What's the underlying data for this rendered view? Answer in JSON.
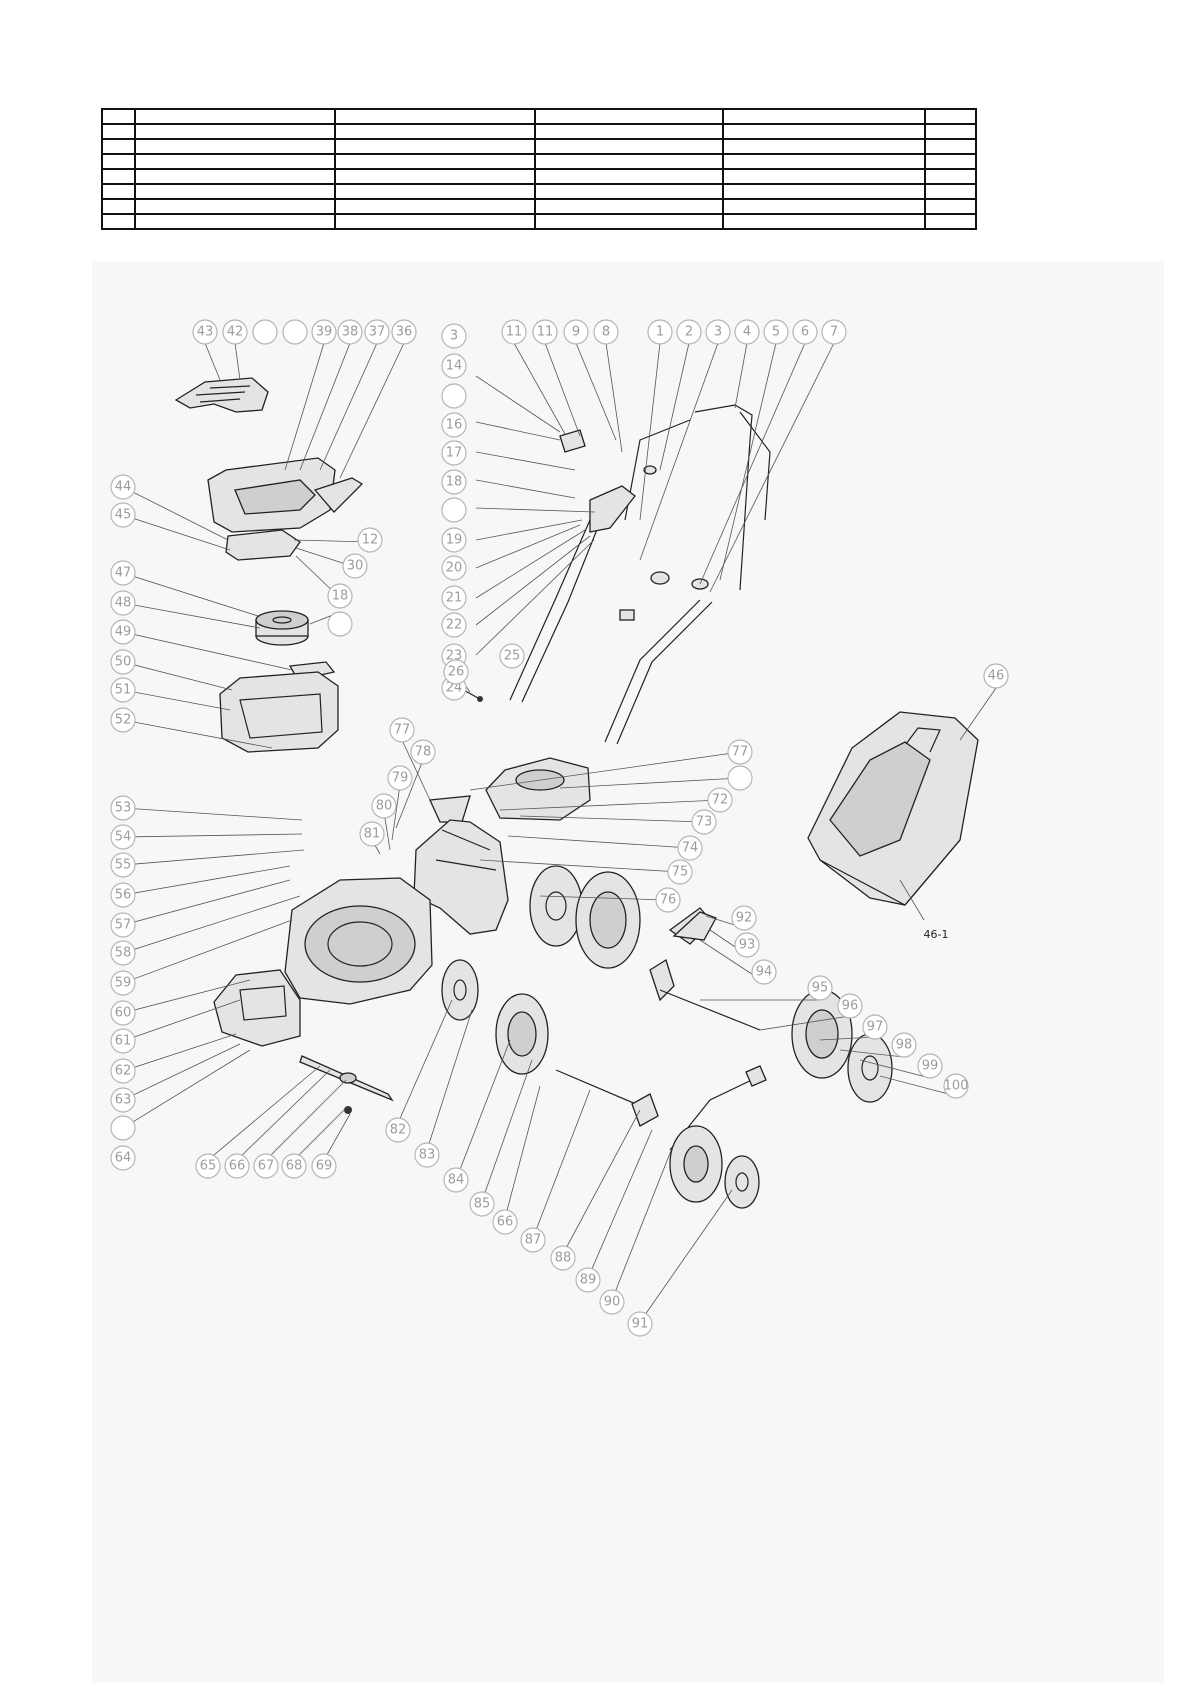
{
  "table": {
    "rows": [
      [
        "",
        "",
        "",
        "",
        "",
        ""
      ],
      [
        "",
        "",
        "",
        "",
        "",
        ""
      ],
      [
        "",
        "",
        "",
        "",
        "",
        ""
      ],
      [
        "",
        "",
        "",
        "",
        "",
        ""
      ],
      [
        "",
        "",
        "",
        "",
        "",
        ""
      ],
      [
        "",
        "",
        "",
        "",
        "",
        ""
      ],
      [
        "",
        "",
        "",
        "",
        "",
        ""
      ],
      [
        "",
        "",
        "",
        "",
        "",
        ""
      ]
    ]
  },
  "callouts": {
    "top_left": [
      "43",
      "42",
      "",
      "",
      "39",
      "38",
      "37",
      "36"
    ],
    "left_column": [
      "44",
      "45",
      "47",
      "48",
      "49",
      "50",
      "51",
      "52",
      "53",
      "54",
      "55",
      "56",
      "57",
      "58",
      "59",
      "60",
      "61",
      "62",
      "63",
      "",
      "64"
    ],
    "right_of_motor": [
      "12",
      "30",
      "18",
      ""
    ],
    "handle_left": [
      "3",
      "14",
      "",
      "16",
      "17",
      "18",
      "",
      "19",
      "20",
      "21",
      "22",
      "23",
      "24",
      "25"
    ],
    "handle_top": [
      "11",
      "11",
      "9",
      "8",
      "1",
      "2",
      "3",
      "4",
      "5",
      "6",
      "7"
    ],
    "misc": [
      "26",
      "77",
      "78",
      "79",
      "80",
      "81"
    ],
    "cover_right": [
      "77",
      "",
      "72",
      "73",
      "74",
      "75",
      "76"
    ],
    "bag": [
      "46"
    ],
    "bottom_blade": [
      "65",
      "66",
      "67",
      "68",
      "69"
    ],
    "bottom_axle": [
      "82",
      "83",
      "84",
      "85",
      "66",
      "87",
      "88",
      "89",
      "90",
      "91"
    ],
    "rear_axle": [
      "92",
      "93",
      "94",
      "95",
      "96",
      "97",
      "98",
      "99",
      "100"
    ]
  },
  "bag_label": "46-1",
  "page_number": ""
}
